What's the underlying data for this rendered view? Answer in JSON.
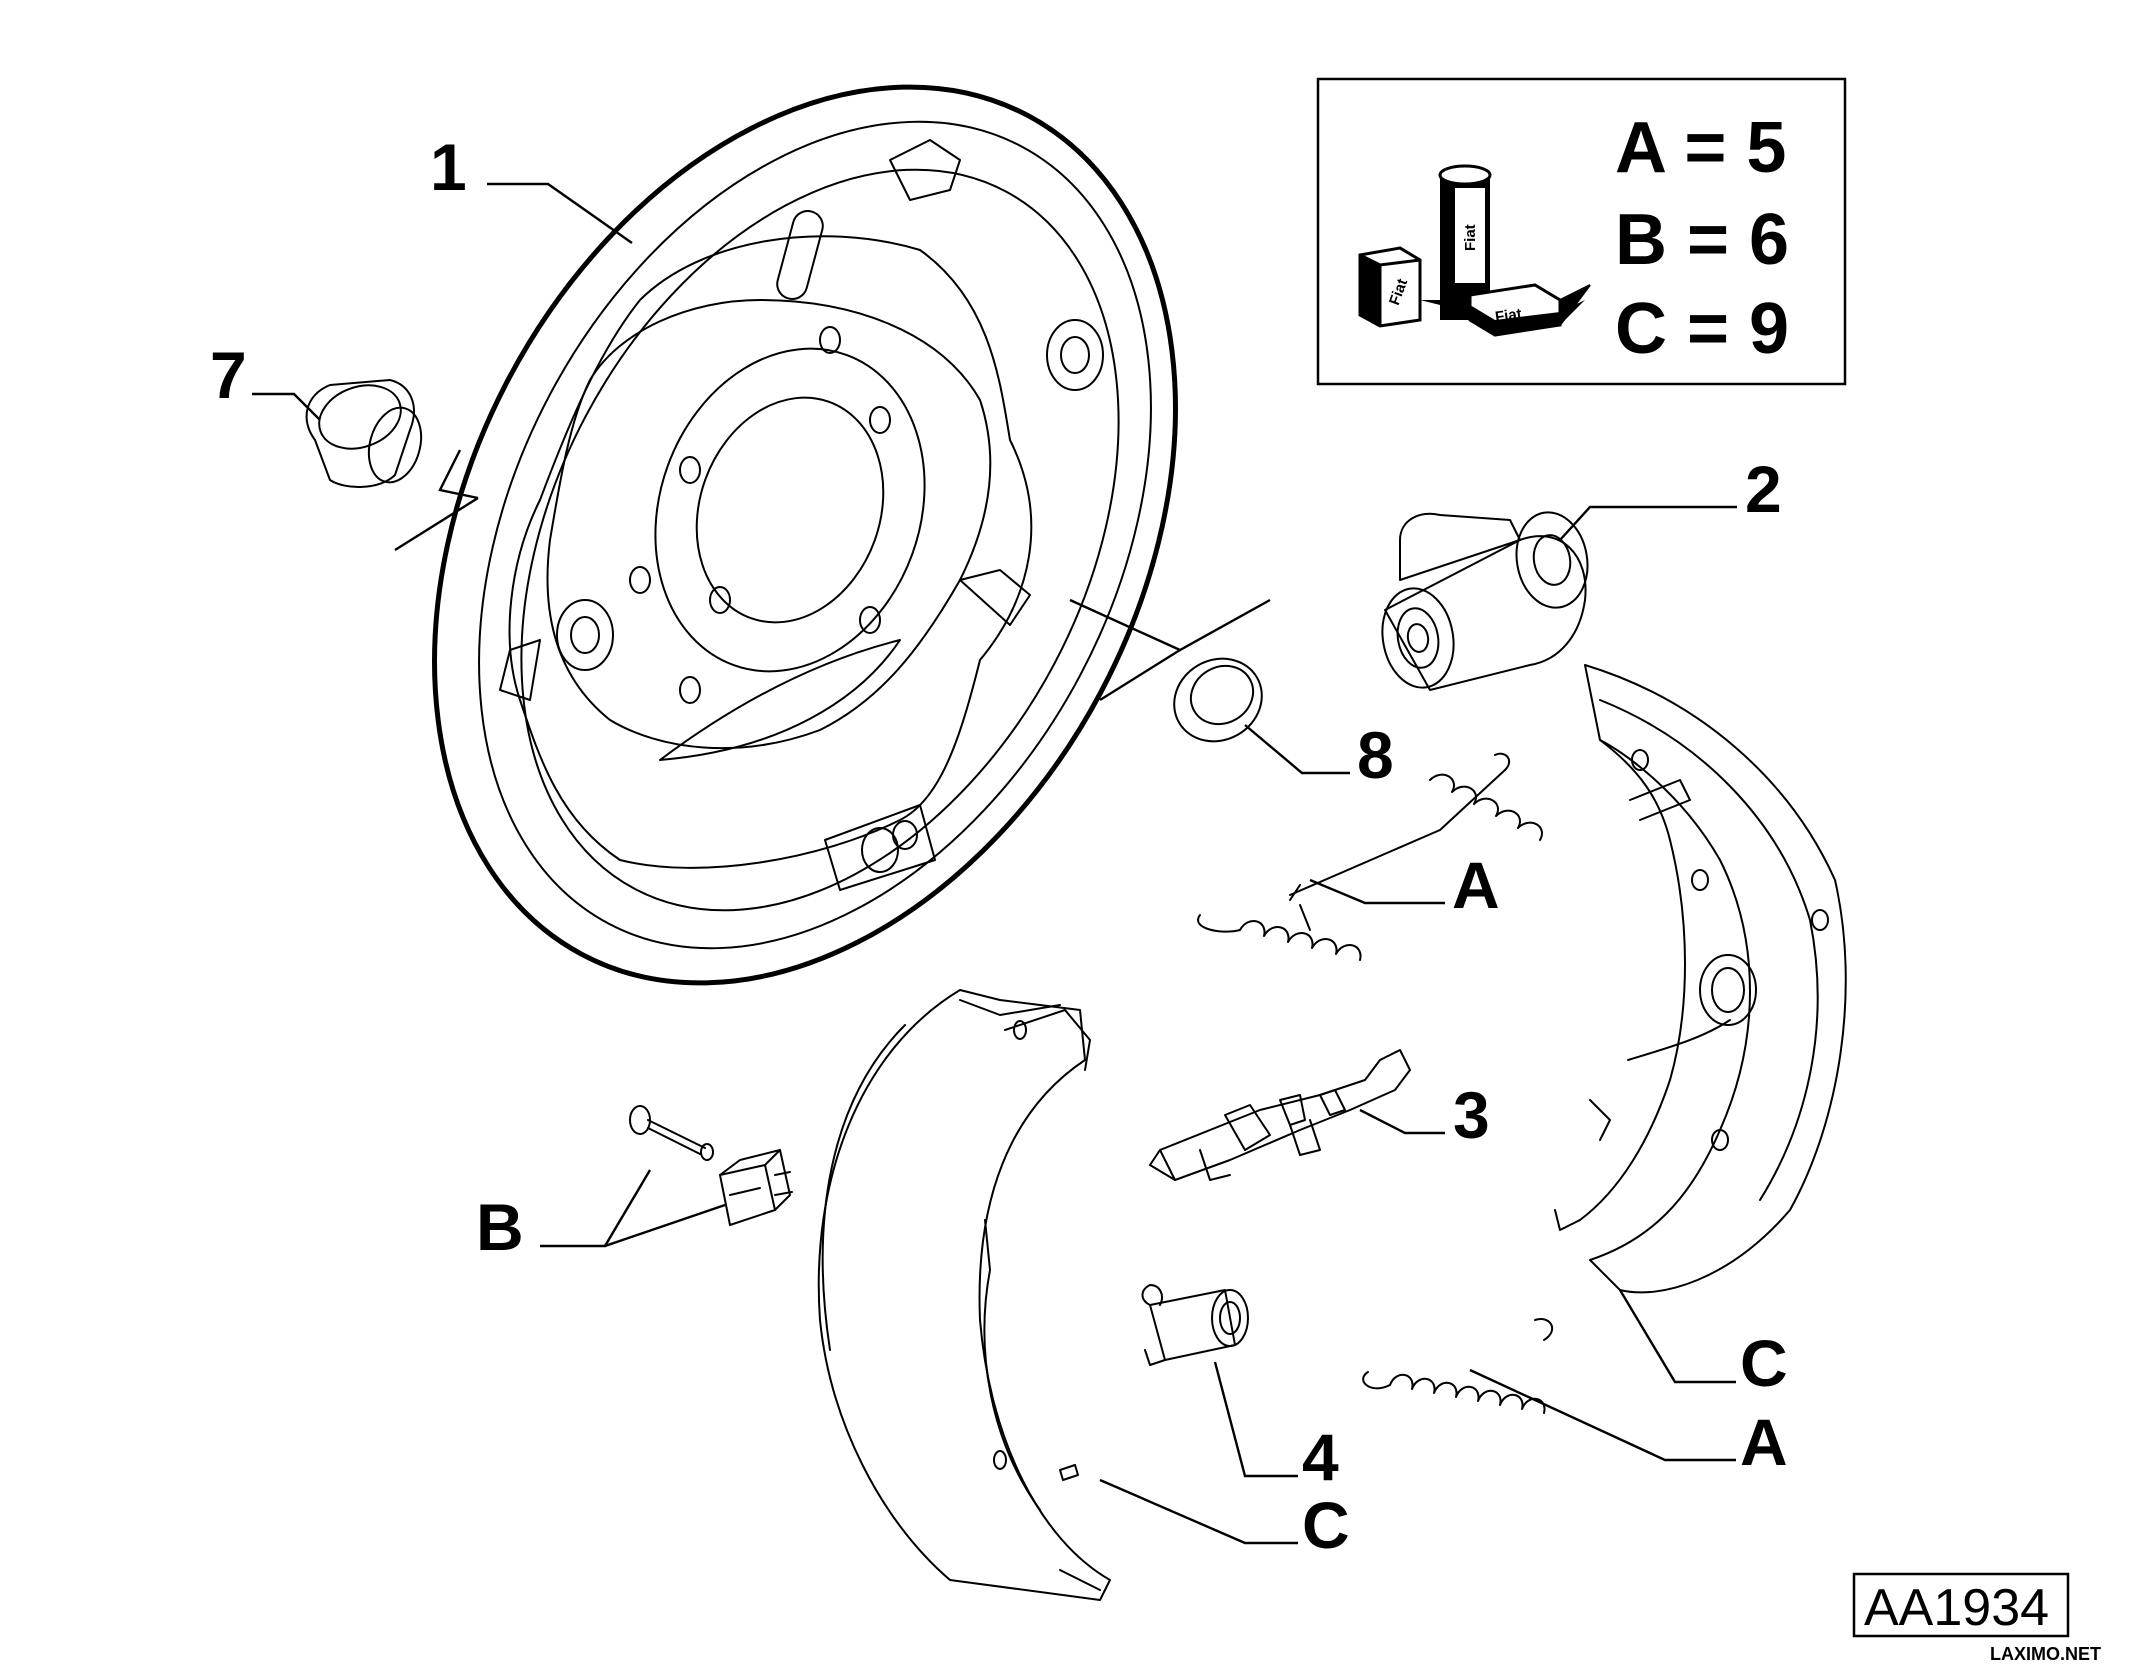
{
  "callouts": [
    {
      "id": "c1",
      "text": "1"
    },
    {
      "id": "c2",
      "text": "2"
    },
    {
      "id": "c3",
      "text": "3"
    },
    {
      "id": "c4",
      "text": "4"
    },
    {
      "id": "c7",
      "text": "7"
    },
    {
      "id": "c8",
      "text": "8"
    },
    {
      "id": "cA1",
      "text": "A"
    },
    {
      "id": "cA2",
      "text": "A"
    },
    {
      "id": "cB",
      "text": "B"
    },
    {
      "id": "cC1",
      "text": "C"
    },
    {
      "id": "cC2",
      "text": "C"
    }
  ],
  "legend": {
    "rows": [
      "A = 5",
      "B = 6",
      "C = 9"
    ],
    "kit_brand": "Fiat",
    "kit_icon": "fiat-parts-kit-icon"
  },
  "diagram_code": "AA1934",
  "watermark": "LAXIMO.NET"
}
